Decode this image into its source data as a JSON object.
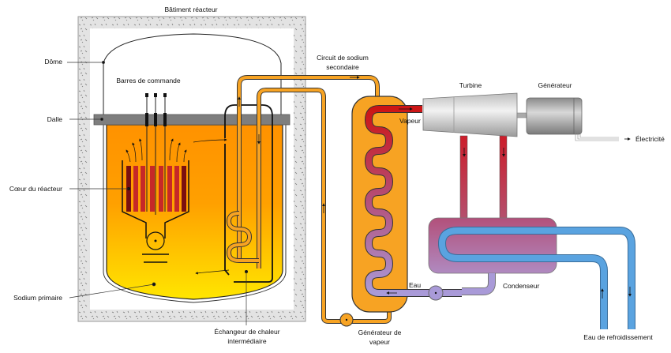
{
  "title": "Réacteur à neutrons rapides refroidi au sodium",
  "labels": {
    "batiment": "Bâtiment réacteur",
    "dome": "Dôme",
    "barres": "Barres de commande",
    "dalle": "Dalle",
    "coeur": "Cœur du réacteur",
    "sodium_primaire": "Sodium primaire",
    "echangeur_1": "Échangeur de chaleur",
    "echangeur_2": "intermédiaire",
    "circuit_1": "Circuit de sodium",
    "circuit_2": "secondaire",
    "generateur_vapeur_1": "Générateur de",
    "generateur_vapeur_2": "vapeur",
    "vapeur": "Vapeur",
    "eau": "Eau",
    "turbine": "Turbine",
    "generateur": "Générateur",
    "electricite": "Électricité",
    "condenseur": "Condenseur",
    "eau_refroidissement": "Eau de refroidissement"
  },
  "colors": {
    "sodium_top": "#ff9a00",
    "sodium_bottom": "#ffe000",
    "secondary_sodium": "#f7a323",
    "steam": "#cc1f1f",
    "water": "#a89ad6",
    "cooling_water": "#5aa3e0",
    "concrete": "#e0e0e0",
    "slab": "#808080",
    "core_rod": "#c62828",
    "core_rod_dark": "#7a1010"
  }
}
